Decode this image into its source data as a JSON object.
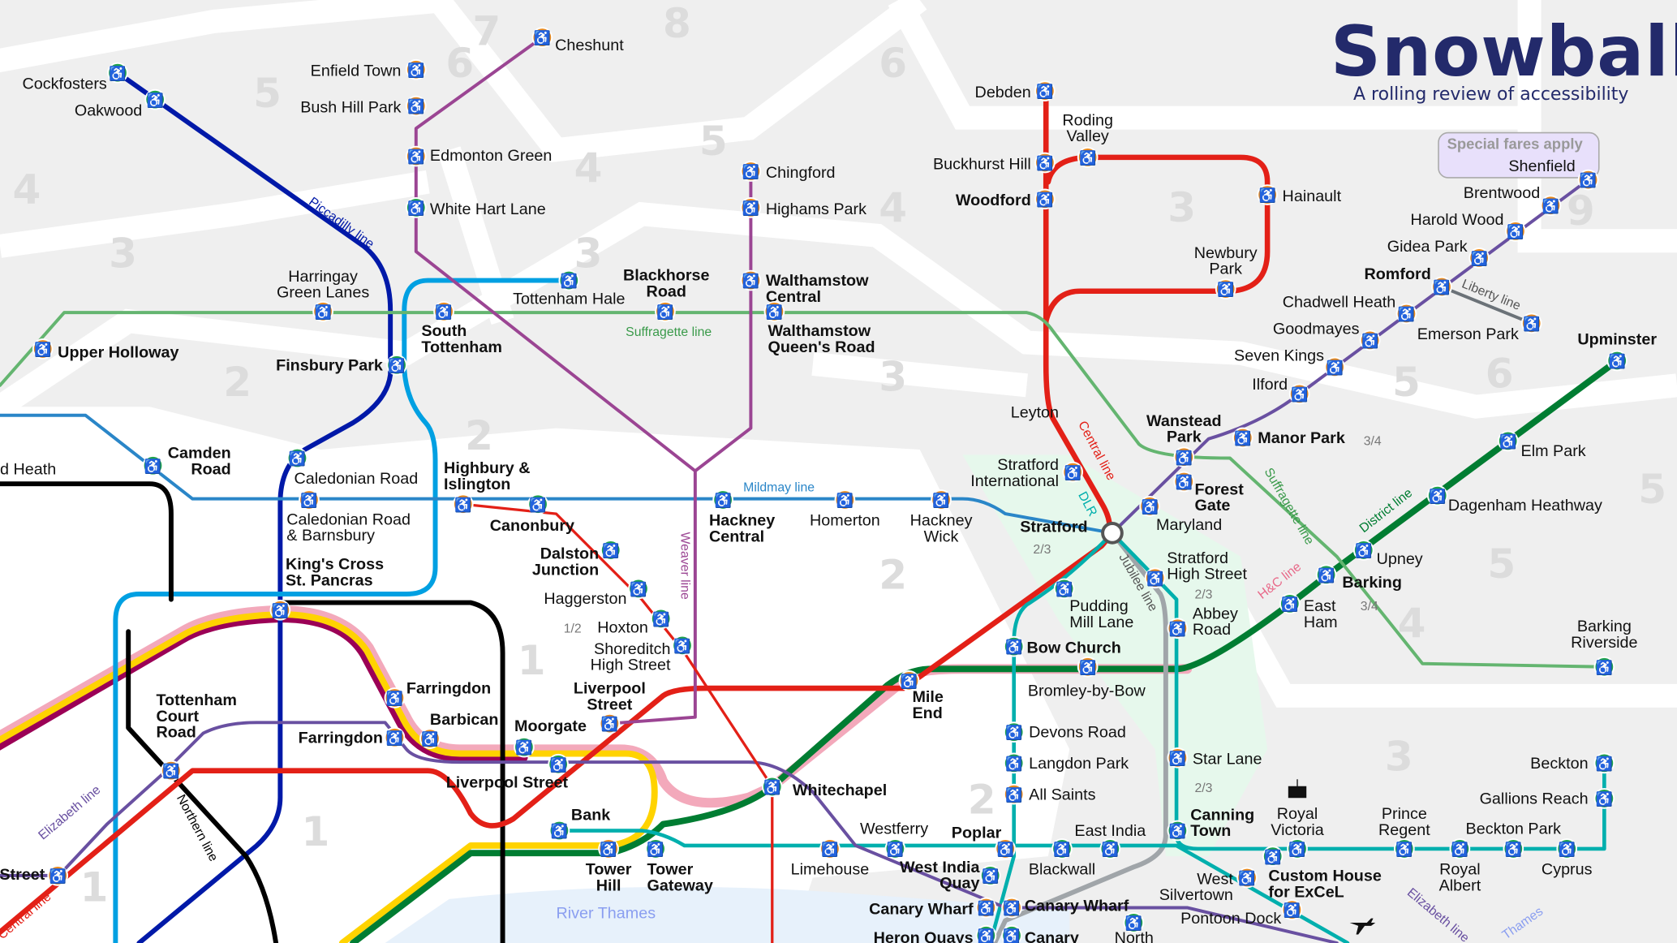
{
  "logo": {
    "title": "Snowball",
    "tagline": "A rolling review of accessibility"
  },
  "special_fares": "Special fares apply",
  "colors": {
    "step_free_train": "#1ea34b",
    "step_free_platform": "#ea8a1c",
    "piccadilly": "#0019a8",
    "victoria": "#00a0e2",
    "central": "#e32017",
    "northern": "#000000",
    "district": "#007d32",
    "elizabeth": "#6950a1",
    "dlr": "#00afad",
    "jubilee": "#a0a5a9",
    "hc": "#f3a9bb",
    "circle": "#ffd300",
    "metropolitan": "#9b0056"
  },
  "line_labels": [
    "Piccadilly line",
    "Suffragette line",
    "Mildmay line",
    "Weaver line",
    "Central line",
    "DLR",
    "Jubilee line",
    "Suffragette line",
    "District line",
    "H&C line",
    "Liberty line",
    "Northern line",
    "Elizabeth line",
    "Central line",
    "Elizabeth line",
    "Thames",
    "River Thames"
  ],
  "zones": [
    "7",
    "8",
    "6",
    "5",
    "6",
    "5",
    "4",
    "4",
    "4",
    "3",
    "3",
    "2",
    "3",
    "5",
    "9",
    "6",
    "5",
    "2",
    "3",
    "2",
    "5",
    "4",
    "1",
    "1",
    "1",
    "2",
    "3"
  ],
  "stations": [
    {
      "name": [
        "Cheshunt"
      ],
      "type": "o"
    },
    {
      "name": [
        "Enfield Town"
      ],
      "type": "o"
    },
    {
      "name": [
        "Bush Hill Park"
      ],
      "type": "o"
    },
    {
      "name": [
        "Edmonton Green"
      ],
      "type": "o"
    },
    {
      "name": [
        "White Hart Lane"
      ],
      "type": "g"
    },
    {
      "name": [
        "Cockfosters"
      ],
      "type": "g"
    },
    {
      "name": [
        "Oakwood"
      ],
      "type": "g"
    },
    {
      "name": [
        "Chingford"
      ],
      "type": "o"
    },
    {
      "name": [
        "Highams Park"
      ],
      "type": "o"
    },
    {
      "name": [
        "Debden"
      ],
      "type": "o"
    },
    {
      "name": [
        "Roding",
        "Valley"
      ],
      "type": "o"
    },
    {
      "name": [
        "Buckhurst Hill"
      ],
      "type": "o"
    },
    {
      "name": [
        "Woodford"
      ],
      "type": "o"
    },
    {
      "name": [
        "Hainault"
      ],
      "type": "o"
    },
    {
      "name": [
        "Newbury",
        "Park"
      ],
      "type": "o"
    },
    {
      "name": [
        "Shenfield"
      ],
      "type": "o"
    },
    {
      "name": [
        "Brentwood"
      ],
      "type": "o"
    },
    {
      "name": [
        "Harold Wood"
      ],
      "type": "o"
    },
    {
      "name": [
        "Gidea Park"
      ],
      "type": "o"
    },
    {
      "name": [
        "Romford"
      ],
      "type": "o"
    },
    {
      "name": [
        "Emerson Park"
      ],
      "type": "o"
    },
    {
      "name": [
        "Chadwell Heath"
      ],
      "type": "o"
    },
    {
      "name": [
        "Goodmayes"
      ],
      "type": "o"
    },
    {
      "name": [
        "Seven Kings"
      ],
      "type": "o"
    },
    {
      "name": [
        "Ilford"
      ],
      "type": "o"
    },
    {
      "name": [
        "Upminster"
      ],
      "type": "g"
    },
    {
      "name": [
        "Harringay",
        "Green Lanes"
      ],
      "type": "o"
    },
    {
      "name": [
        "Tottenham Hale"
      ],
      "type": "g"
    },
    {
      "name": [
        "Blackhorse",
        "Road"
      ],
      "type": "o"
    },
    {
      "name": [
        "Walthamstow",
        "Central"
      ],
      "type": "o"
    },
    {
      "name": [
        "Walthamstow",
        "Queen's Road"
      ],
      "type": "o"
    },
    {
      "name": [
        "South",
        "Tottenham"
      ],
      "type": "o"
    },
    {
      "name": [
        "Upper Holloway"
      ],
      "type": "o"
    },
    {
      "name": [
        "Finsbury Park"
      ],
      "type": "g"
    },
    {
      "name": [
        "Camden",
        "Road"
      ],
      "type": "g"
    },
    {
      "name": [
        "Caledonian Road"
      ],
      "type": "g"
    },
    {
      "name": [
        "Caledonian Road",
        "& Barnsbury"
      ],
      "type": "o"
    },
    {
      "name": [
        "Highbury &",
        "Islington"
      ],
      "type": "o"
    },
    {
      "name": [
        "Canonbury"
      ],
      "type": "g"
    },
    {
      "name": [
        "Hackney",
        "Central"
      ],
      "type": "g"
    },
    {
      "name": [
        "Homerton"
      ],
      "type": "o"
    },
    {
      "name": [
        "Hackney",
        "Wick"
      ],
      "type": "o"
    },
    {
      "name": [
        "Stratford",
        "International"
      ],
      "type": "o"
    },
    {
      "name": [
        "Leyton"
      ],
      "type": "n"
    },
    {
      "name": [
        "Wanstead",
        "Park"
      ],
      "type": "o"
    },
    {
      "name": [
        "Manor Park"
      ],
      "type": "o",
      "badge": "3/4"
    },
    {
      "name": [
        "Forest",
        "Gate"
      ],
      "type": "o"
    },
    {
      "name": [
        "Maryland"
      ],
      "type": "o"
    },
    {
      "name": [
        "Stratford"
      ],
      "type": "x",
      "badge": "2/3"
    },
    {
      "name": [
        "Dalston",
        "Junction"
      ],
      "type": "g"
    },
    {
      "name": [
        "Haggerston"
      ],
      "type": "g"
    },
    {
      "name": [
        "Hoxton"
      ],
      "type": "g",
      "badge": "1/2"
    },
    {
      "name": [
        "Shoreditch",
        "High Street"
      ],
      "type": "g"
    },
    {
      "name": [
        "Stratford",
        "High Street"
      ],
      "type": "o",
      "badge": "2/3"
    },
    {
      "name": [
        "Pudding",
        "Mill Lane"
      ],
      "type": "g"
    },
    {
      "name": [
        "Abbey",
        "Road"
      ],
      "type": "o"
    },
    {
      "name": [
        "East",
        "Ham"
      ],
      "type": "g",
      "badge": "3/4"
    },
    {
      "name": [
        "Barking"
      ],
      "type": "g"
    },
    {
      "name": [
        "Upney"
      ],
      "type": "g"
    },
    {
      "name": [
        "Dagenham Heathway"
      ],
      "type": "g"
    },
    {
      "name": [
        "Elm Park"
      ],
      "type": "g"
    },
    {
      "name": [
        "Barking",
        "Riverside"
      ],
      "type": "g"
    },
    {
      "name": [
        "King's Cross",
        "St. Pancras"
      ],
      "type": "o"
    },
    {
      "name": [
        "Farringdon"
      ],
      "type": "o"
    },
    {
      "name": [
        "Farringdon"
      ],
      "type": "o"
    },
    {
      "name": [
        "Barbican"
      ],
      "type": "o"
    },
    {
      "name": [
        "Moorgate"
      ],
      "type": "g"
    },
    {
      "name": [
        "Liverpool",
        "Street"
      ],
      "type": "o"
    },
    {
      "name": [
        "Liverpool Street"
      ],
      "type": "g"
    },
    {
      "name": [
        "Tottenham",
        "Court",
        "Road"
      ],
      "type": "o"
    },
    {
      "name": [
        "Mile",
        "End"
      ],
      "type": "o"
    },
    {
      "name": [
        "Bow Church"
      ],
      "type": "g"
    },
    {
      "name": [
        "Bromley-by-Bow"
      ],
      "type": "o"
    },
    {
      "name": [
        "Devons Road"
      ],
      "type": "g"
    },
    {
      "name": [
        "Langdon Park"
      ],
      "type": "g"
    },
    {
      "name": [
        "All Saints"
      ],
      "type": "o"
    },
    {
      "name": [
        "Whitechapel"
      ],
      "type": "g"
    },
    {
      "name": [
        "Bank"
      ],
      "type": "g"
    },
    {
      "name": [
        "Tower",
        "Hill"
      ],
      "type": "o"
    },
    {
      "name": [
        "Tower",
        "Gateway"
      ],
      "type": "g"
    },
    {
      "name": [
        "Limehouse"
      ],
      "type": "o"
    },
    {
      "name": [
        "Westferry"
      ],
      "type": "g"
    },
    {
      "name": [
        "West India",
        "Quay"
      ],
      "type": "g"
    },
    {
      "name": [
        "Poplar"
      ],
      "type": "o"
    },
    {
      "name": [
        "Blackwall"
      ],
      "type": "g"
    },
    {
      "name": [
        "East India"
      ],
      "type": "g"
    },
    {
      "name": [
        "Star Lane"
      ],
      "type": "o"
    },
    {
      "name": [
        "Canning",
        "Town"
      ],
      "type": "g",
      "badge": "2/3"
    },
    {
      "name": [
        "Royal",
        "Victoria"
      ],
      "type": "g"
    },
    {
      "name": [
        "Prince",
        "Regent"
      ],
      "type": "g"
    },
    {
      "name": [
        "Beckton Park"
      ],
      "type": "g"
    },
    {
      "name": [
        "Gallions Reach"
      ],
      "type": "g"
    },
    {
      "name": [
        "Beckton"
      ],
      "type": "g"
    },
    {
      "name": [
        "Royal",
        "Albert"
      ],
      "type": "g"
    },
    {
      "name": [
        "Cyprus"
      ],
      "type": "g"
    },
    {
      "name": [
        "West",
        "Silvertown"
      ],
      "type": "o"
    },
    {
      "name": [
        "Custom House",
        "for ExCeL"
      ],
      "type": "g"
    },
    {
      "name": [
        "Pontoon Dock"
      ],
      "type": "o"
    },
    {
      "name": [
        "Canary Wharf"
      ],
      "type": "o"
    },
    {
      "name": [
        "Canary Wharf"
      ],
      "type": "o"
    },
    {
      "name": [
        "Heron Quays"
      ],
      "type": "g"
    },
    {
      "name": [
        "Canary"
      ],
      "type": "g"
    },
    {
      "name": [
        "Street"
      ],
      "type": "o"
    },
    {
      "name": [
        "d Heath"
      ],
      "type": "n"
    },
    {
      "name": [
        "North"
      ],
      "type": "g"
    }
  ]
}
